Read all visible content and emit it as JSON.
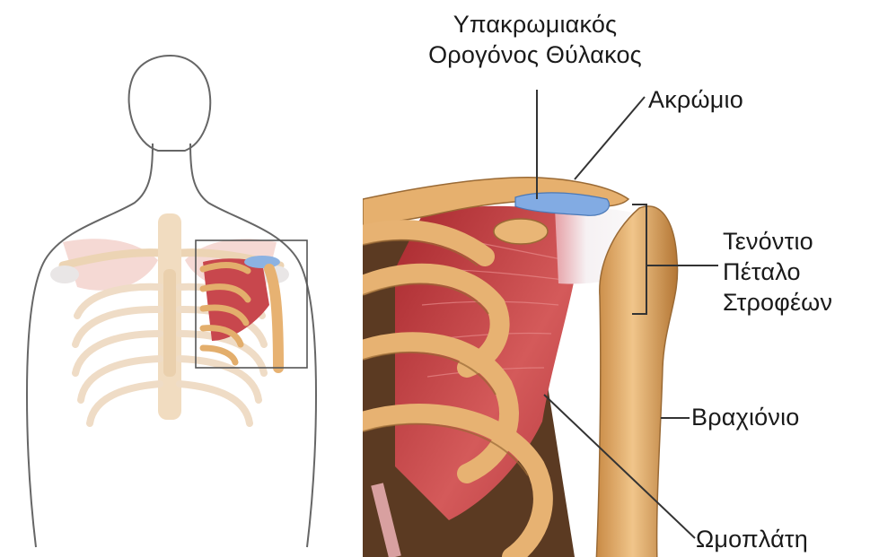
{
  "labels": {
    "bursa_line1": "Υπακρωμιακός",
    "bursa_line2": "Ορογόνος Θύλακος",
    "acromion": "Ακρώμιο",
    "cuff_line1": "Τενόντιο",
    "cuff_line2": "Πέταλο",
    "cuff_line3": "Στροφέων",
    "humerus": "Βραχιόνιο",
    "scapula": "Ωμοπλάτη"
  },
  "colors": {
    "bone": "#e7b272",
    "bone_dark": "#9a6a35",
    "muscle": "#c9454b",
    "muscle_light": "#e27a7a",
    "tendon": "#f3eef0",
    "bursa": "#7fa9e0",
    "outline": "#5a5a5a",
    "leader": "#333333"
  }
}
